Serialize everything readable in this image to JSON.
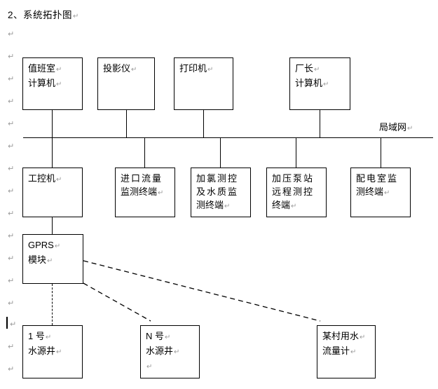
{
  "document": {
    "title": "2、系统拓扑图",
    "paragraph_mark": "↵"
  },
  "network": {
    "bus_label": "局域网"
  },
  "nodes": {
    "duty_room_computer": {
      "line1": "值班室",
      "line2": "计算机"
    },
    "projector": {
      "line1": "投影仪"
    },
    "printer": {
      "line1": "打印机"
    },
    "director_computer": {
      "line1": "厂长",
      "line2": "计算机"
    },
    "industrial_computer": {
      "line1": "工控机"
    },
    "inlet_flow_terminal": {
      "line1": "进口流量",
      "line2": "监测终端"
    },
    "chlorine_quality_terminal": {
      "line1": "加氯测控",
      "line2": "及水质监",
      "line3": "测终端"
    },
    "booster_pump_terminal": {
      "line1": "加压泵站",
      "line2": "远程测控",
      "line3": "终端"
    },
    "power_room_terminal": {
      "line1": "配电室监",
      "line2": "测终端"
    },
    "gprs_module": {
      "line1": "GPRS",
      "line2": "模块"
    },
    "well_1": {
      "line1": "1 号",
      "line2": "水源井"
    },
    "well_n": {
      "line1": "N 号",
      "line2": "水源井"
    },
    "village_flow_meter": {
      "line1": "某村用水",
      "line2": "流量计"
    }
  },
  "margin_marks": {
    "symbol": "↵",
    "count": 16
  }
}
